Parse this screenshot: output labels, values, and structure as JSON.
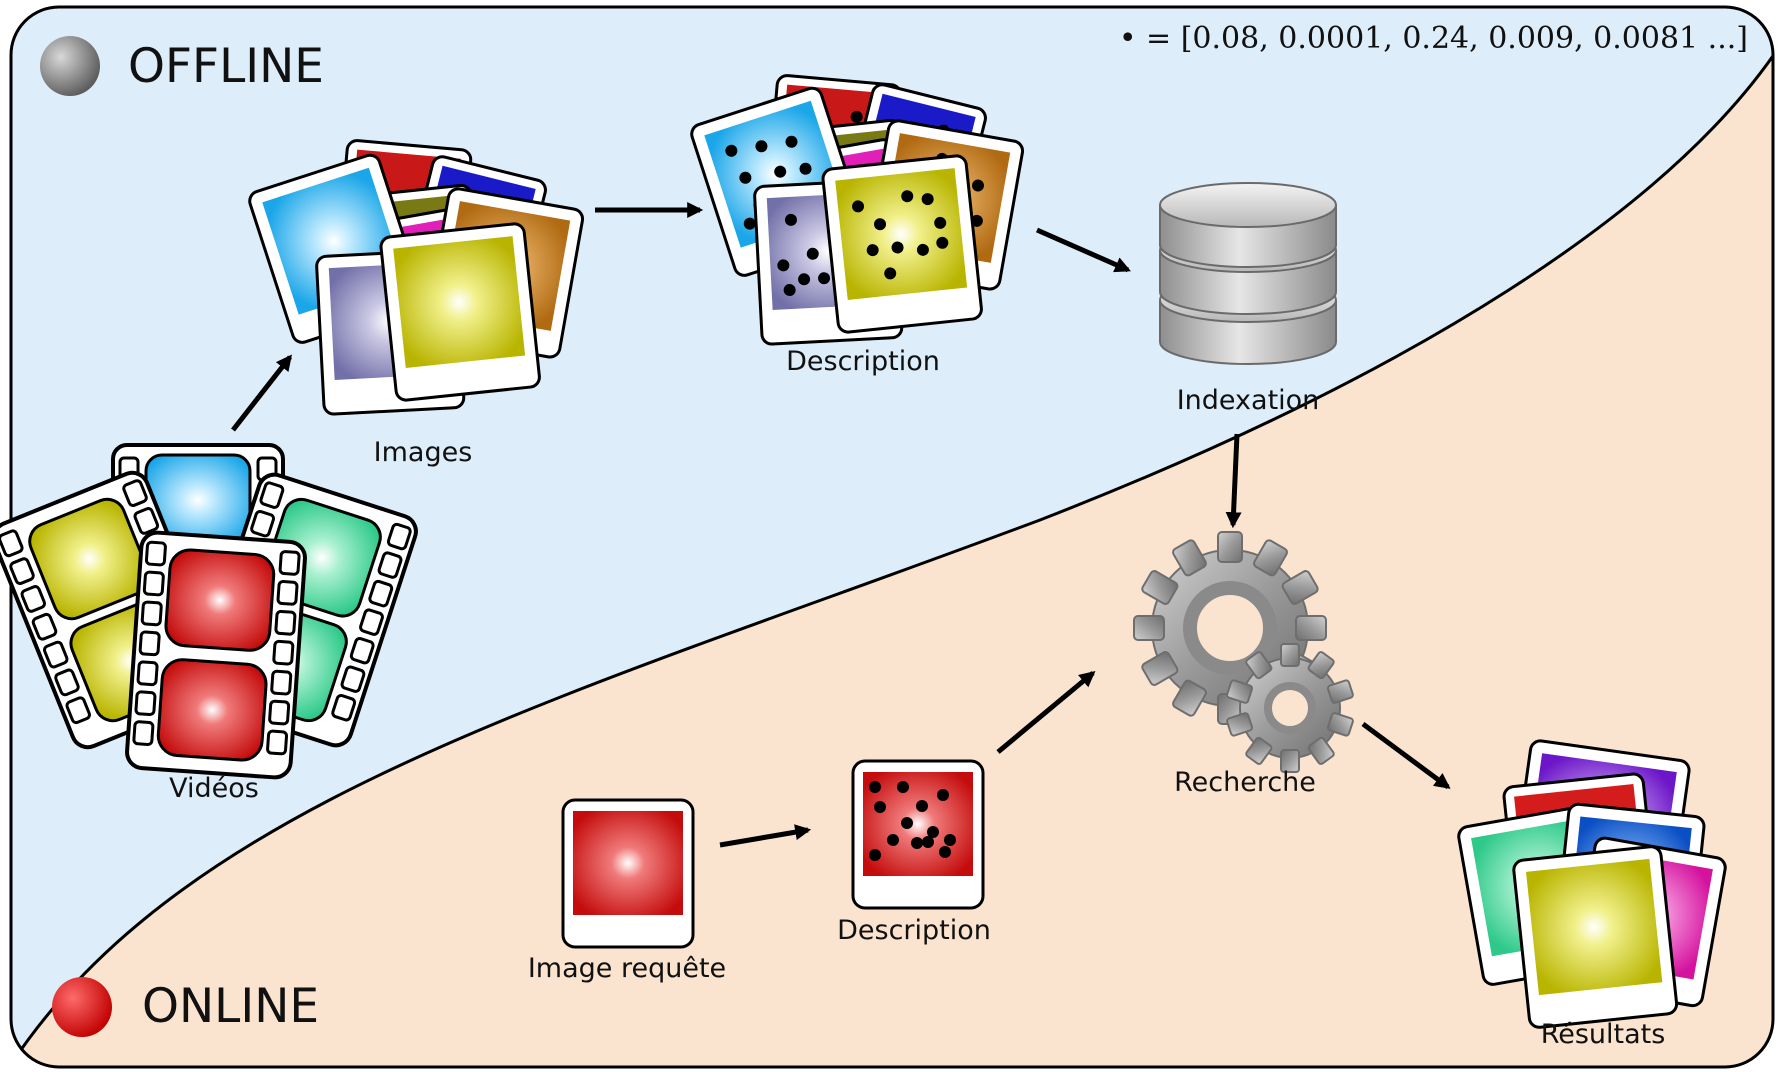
{
  "offline": {
    "title": "OFFLINE",
    "formula": "• = [0.08, 0.0001, 0.24, 0.009, 0.0081 ...]",
    "nodes": {
      "videos": "Vidéos",
      "images": "Images",
      "description": "Description",
      "indexation": "Indexation"
    }
  },
  "online": {
    "title": "ONLINE",
    "nodes": {
      "query_image": "Image requête",
      "description": "Description",
      "search": "Recherche",
      "results": "Résultats"
    }
  },
  "colors": {
    "offline_bg": "#deedfa",
    "online_bg": "#fbe4cf",
    "offline_marker": "#7d7d7d",
    "online_marker": "#e01b1b",
    "arrow": "#000000"
  }
}
